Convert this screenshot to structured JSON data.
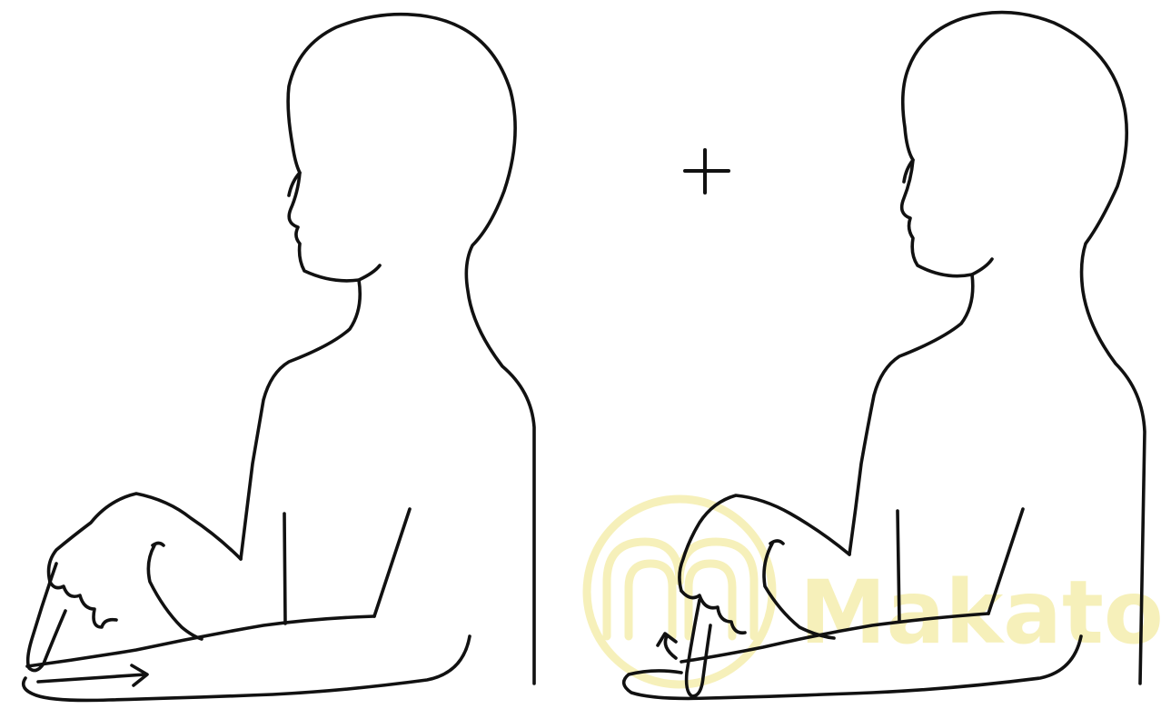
{
  "figures": [
    {
      "name": "sign-step-1",
      "arrow": "straight"
    },
    {
      "name": "sign-step-2",
      "arrow": "curved"
    }
  ],
  "connector": {
    "symbol": "+"
  },
  "watermark": {
    "text": "Makaton",
    "color": "#f3eca4",
    "opacity": 0.75
  },
  "colors": {
    "line": "#111111",
    "background": "#ffffff"
  }
}
